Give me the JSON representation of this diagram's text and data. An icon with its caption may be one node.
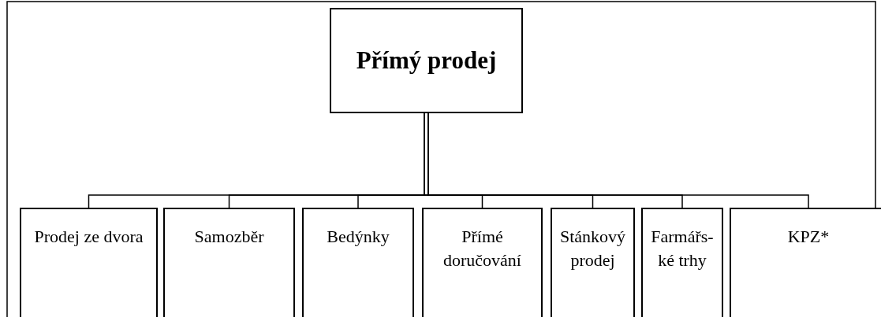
{
  "diagram": {
    "nodes": [
      {
        "text": [
          "Přímý prodej"
        ]
      },
      {
        "text": [
          "Prodej ze dvora"
        ]
      },
      {
        "text": [
          "Samozběr"
        ]
      },
      {
        "text": [
          "Bedýnky"
        ]
      },
      {
        "text": [
          "Přímé doručování"
        ]
      },
      {
        "text": [
          "Stánkový prodej"
        ]
      },
      {
        "text": [
          "Farmářs-ké trhy"
        ]
      },
      {
        "text": [
          "KPZ*"
        ]
      }
    ],
    "edges": [
      {
        "from": 0,
        "to": 1,
        "arrow": "none"
      },
      {
        "from": 0,
        "to": 2,
        "arrow": "none"
      },
      {
        "from": 0,
        "to": 3,
        "arrow": "none"
      },
      {
        "from": 0,
        "to": 4,
        "arrow": "none"
      },
      {
        "from": 0,
        "to": 5,
        "arrow": "none"
      },
      {
        "from": 0,
        "to": 6,
        "arrow": "none"
      },
      {
        "from": 0,
        "to": 7,
        "arrow": "none"
      }
    ]
  }
}
